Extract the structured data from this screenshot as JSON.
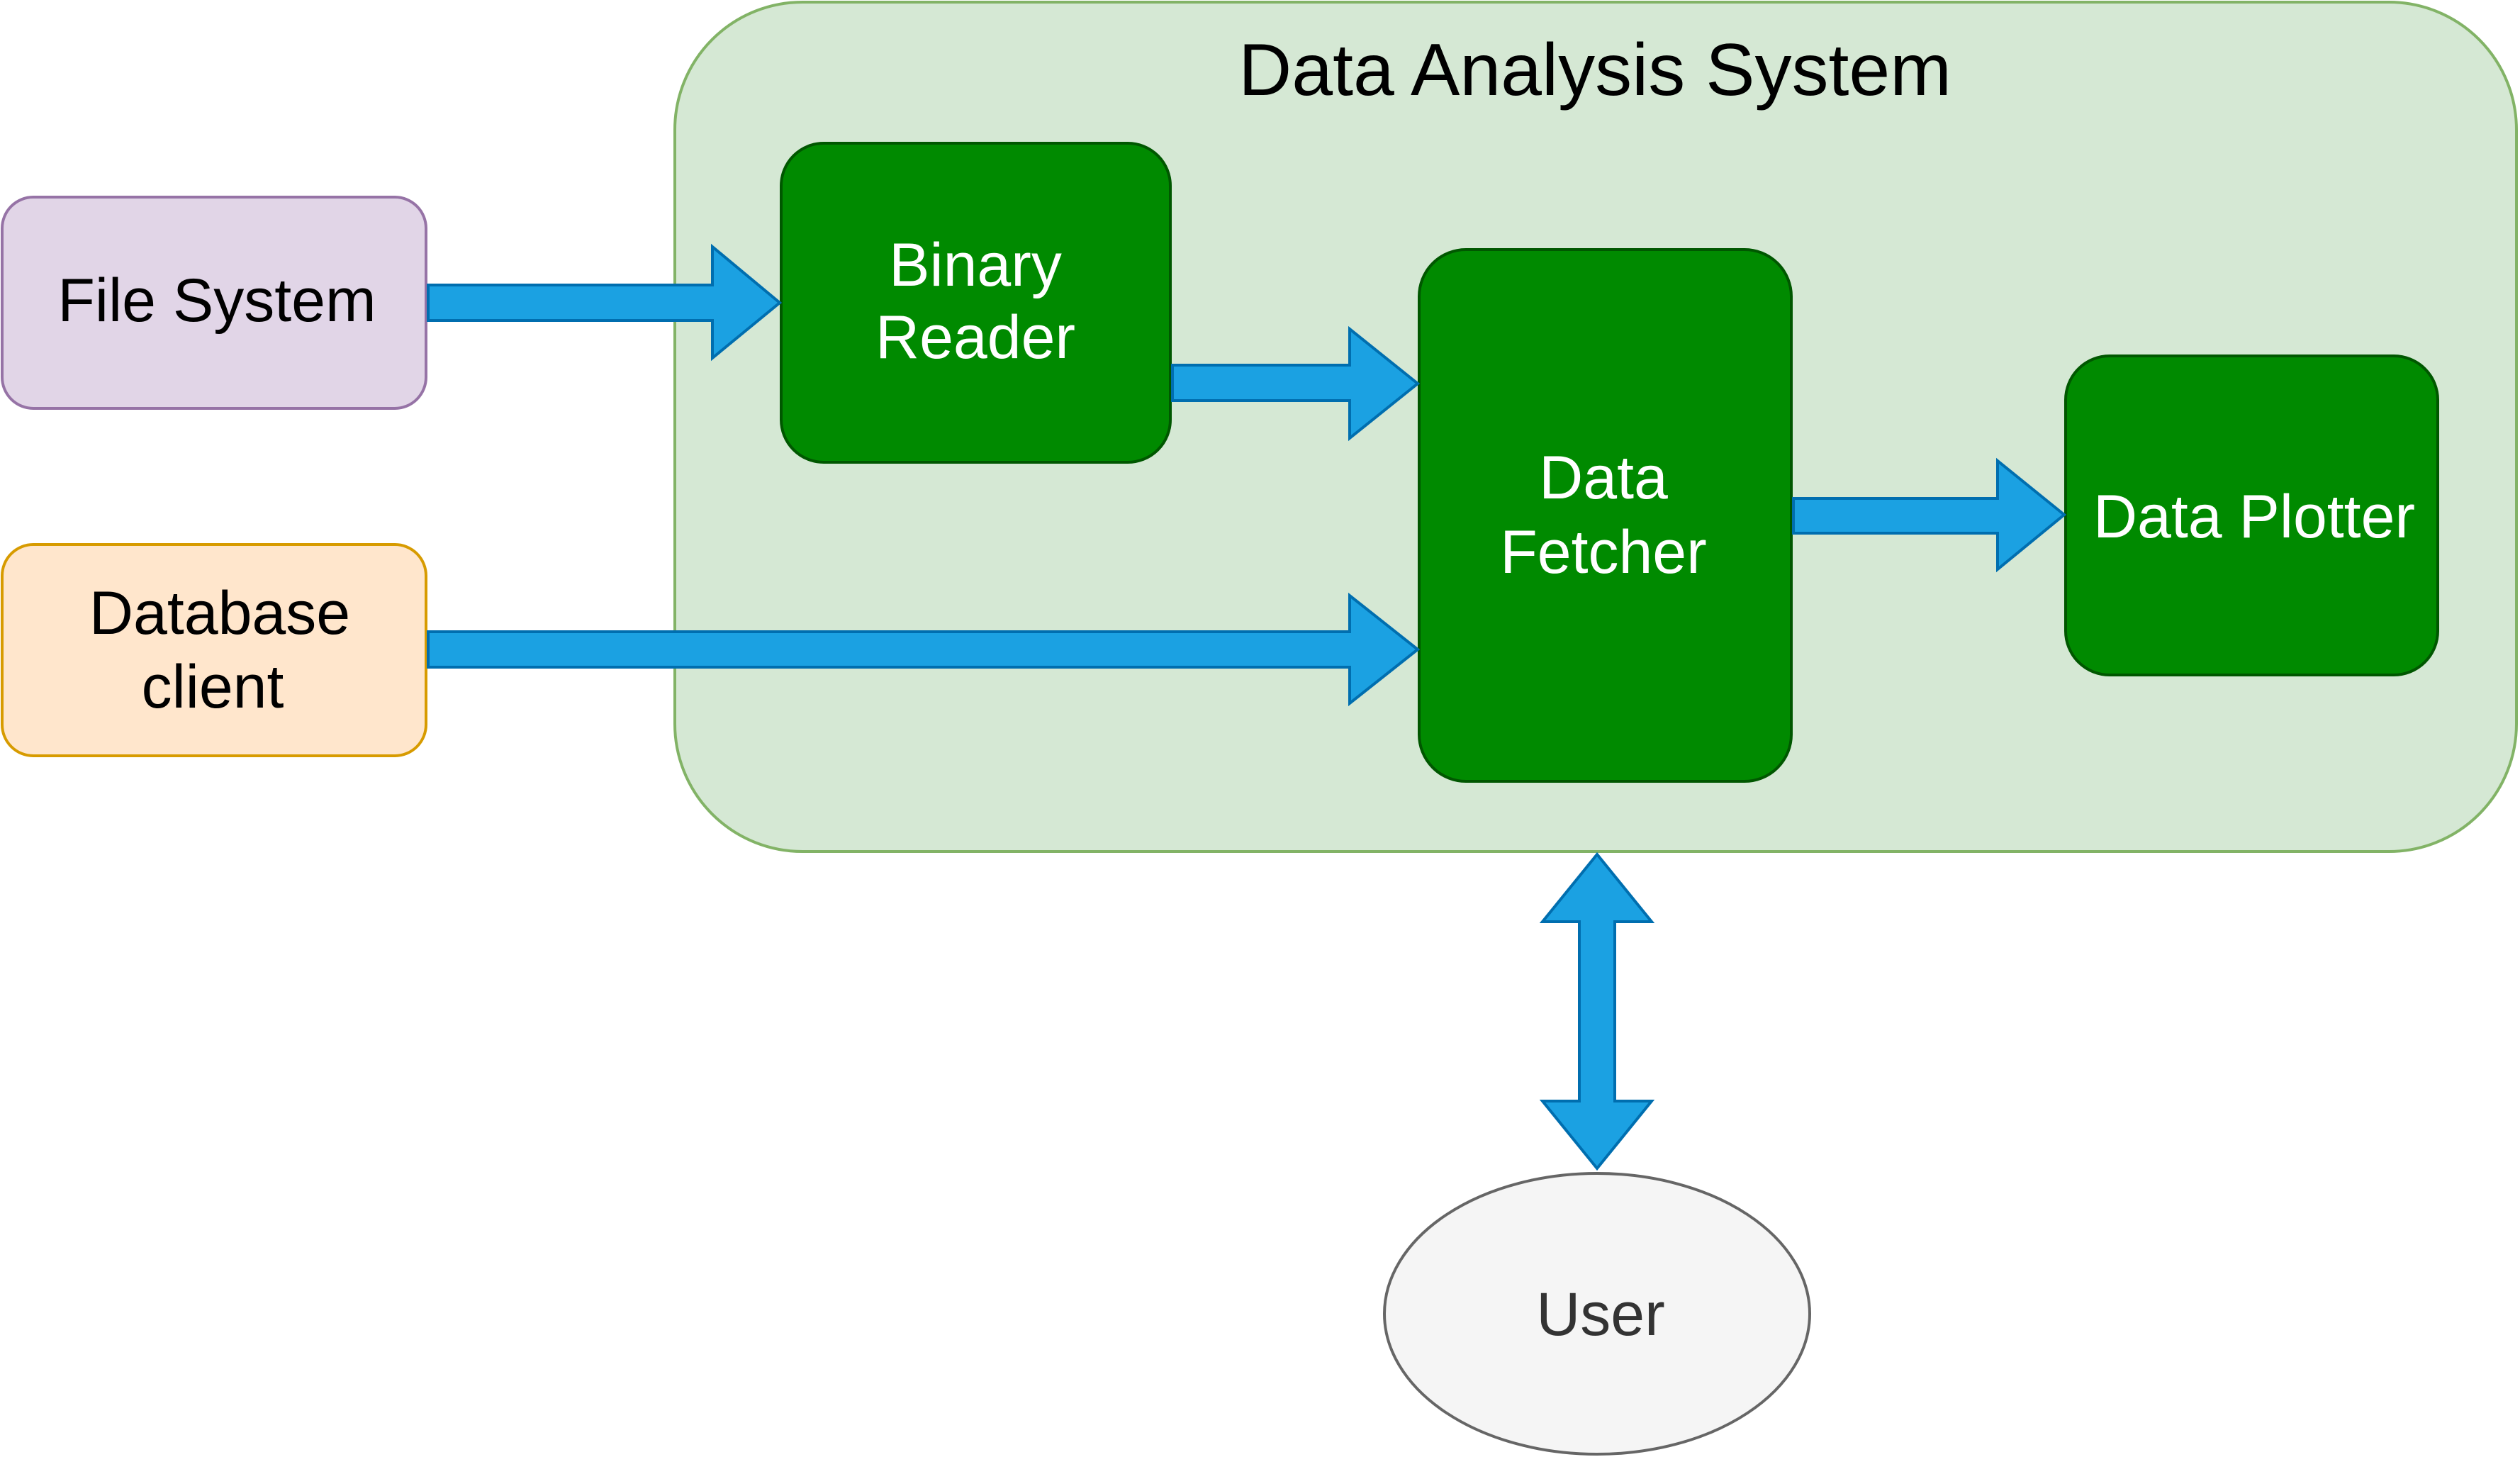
{
  "title": "Data Analysis System",
  "nodes": {
    "file_system": {
      "label": "File System",
      "fill": "#e1d5e7",
      "stroke": "#9673a6"
    },
    "database_client": {
      "line1": "Database",
      "line2": "client",
      "fill": "#ffe6cc",
      "stroke": "#d79b00"
    },
    "binary_reader": {
      "line1": "Binary",
      "line2": "Reader",
      "fill": "#008a00",
      "stroke": "#005700"
    },
    "data_fetcher": {
      "line1": "Data",
      "line2": "Fetcher",
      "fill": "#008a00",
      "stroke": "#005700"
    },
    "data_plotter": {
      "label": "Data Plotter",
      "fill": "#008a00",
      "stroke": "#005700"
    },
    "user": {
      "label": "User",
      "fill": "#f5f5f5",
      "stroke": "#666666"
    }
  },
  "system_container": {
    "fill": "#d5e8d4",
    "stroke": "#82b366"
  },
  "arrow_color": "#1ba1e2",
  "arrow_stroke": "#006eaf",
  "edges": [
    {
      "from": "File System",
      "to": "Binary Reader"
    },
    {
      "from": "Binary Reader",
      "to": "Data Fetcher"
    },
    {
      "from": "Database client",
      "to": "Data Fetcher"
    },
    {
      "from": "Data Fetcher",
      "to": "Data Plotter"
    },
    {
      "from": "User",
      "to": "Data Analysis System",
      "bidirectional": true
    }
  ]
}
